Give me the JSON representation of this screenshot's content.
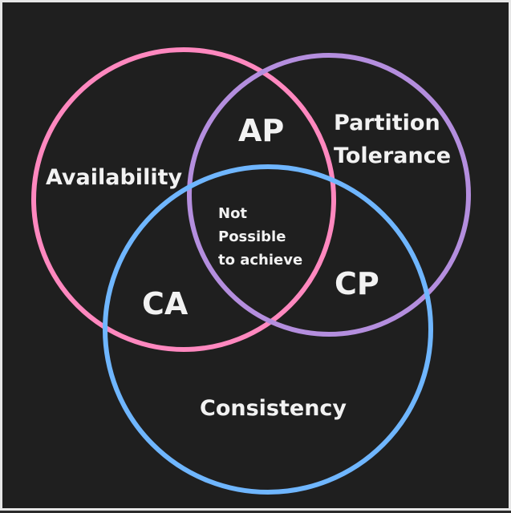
{
  "sets": {
    "availability": {
      "label": "Availability",
      "color": "#ff88bf"
    },
    "partition": {
      "label": "Partition\nTolerance",
      "color": "#b48ede"
    },
    "consistency": {
      "label": "Consistency",
      "color": "#6fb6ff"
    }
  },
  "regions": {
    "ap": "AP",
    "ca": "CA",
    "cp": "CP",
    "center": "Not\nPossible\nto achieve"
  },
  "colors": {
    "background": "#1f1f1f",
    "border": "#e6e6e6",
    "text": "#f2f2f2"
  }
}
